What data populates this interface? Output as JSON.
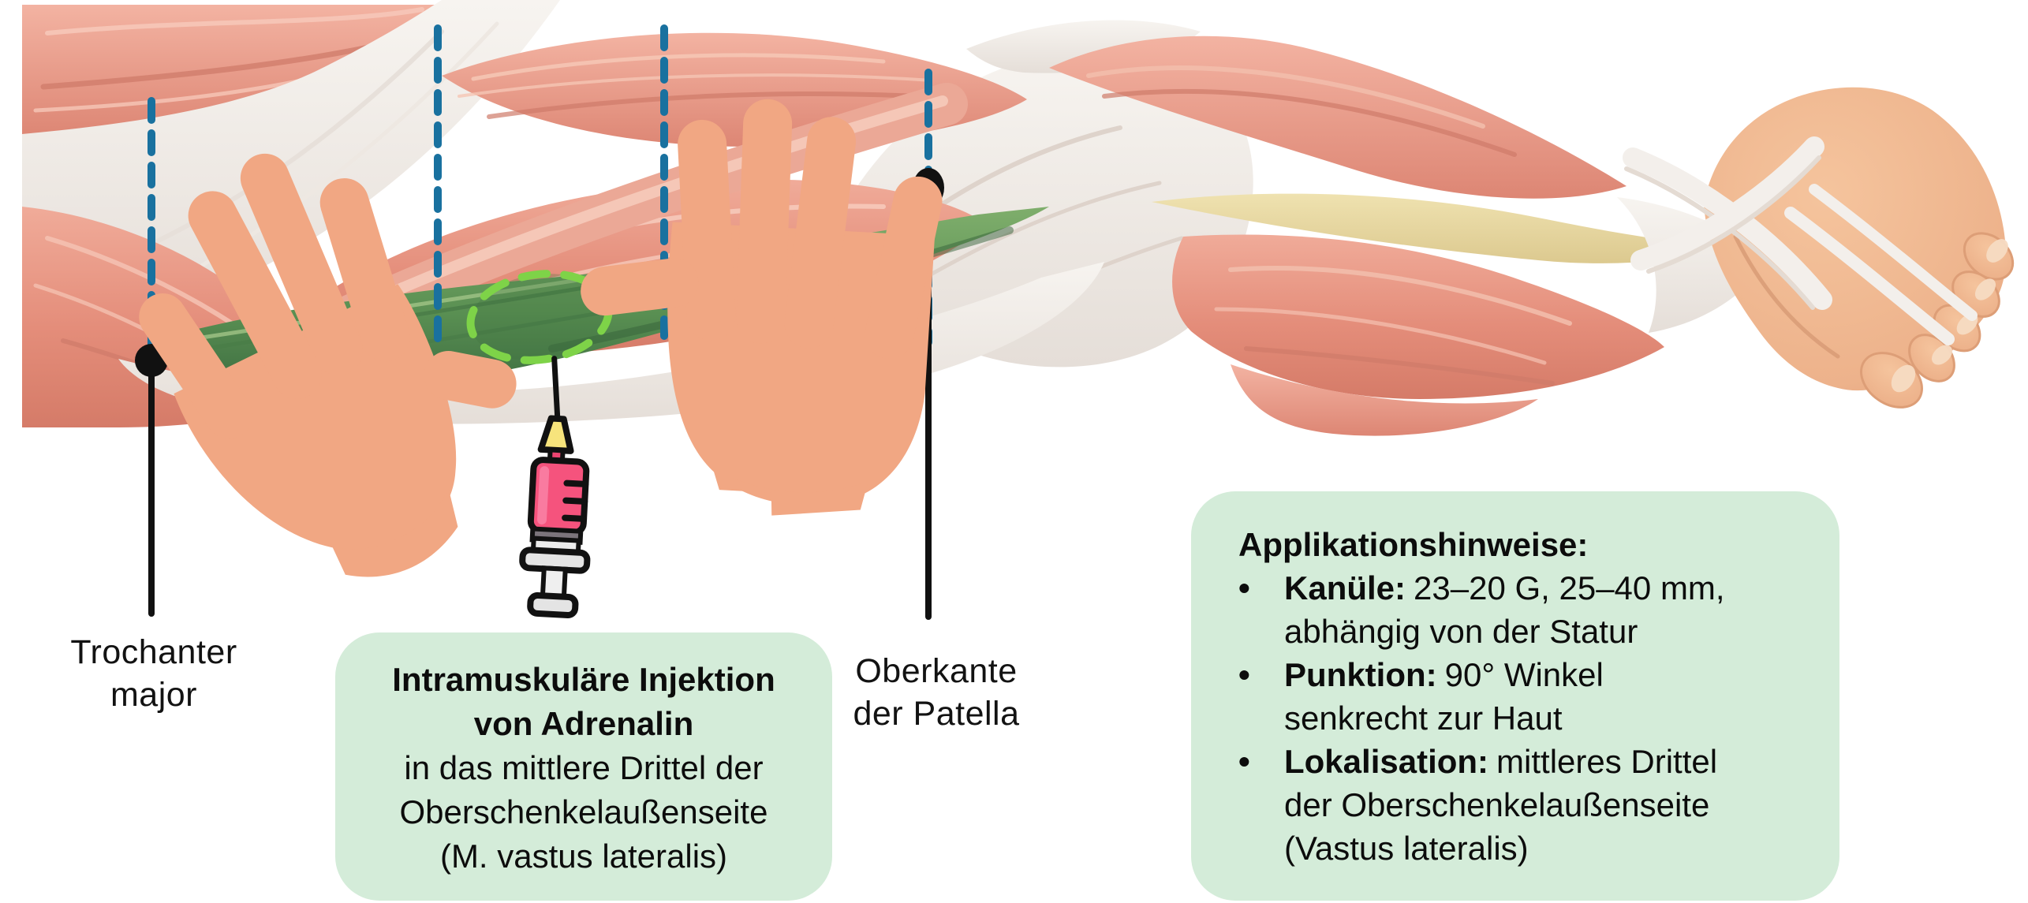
{
  "figure": {
    "type": "medical-infographic",
    "language": "de",
    "topic": "Intramuscular adrenaline injection site on the lateral thigh"
  },
  "labels": {
    "trochanter": {
      "line1": "Trochanter",
      "line2": "major"
    },
    "patella": {
      "line1": "Oberkante",
      "line2": "der Patella"
    }
  },
  "injection_box": {
    "title_line1": "Intramuskuläre Injektion",
    "title_line2": "von Adrenalin",
    "body_line1": "in das mittlere Drittel der",
    "body_line2": "Oberschenkelaußenseite",
    "body_line3": "(M. vastus lateralis)"
  },
  "hints_box": {
    "title": "Applikationshinweise:",
    "bullet_char": "•",
    "bullets": [
      {
        "lead": "Kanüle:",
        "rest": "23–20 G, 25–40 mm,",
        "line2": "abhängig von der Statur",
        "line3": ""
      },
      {
        "lead": "Punktion:",
        "rest": "90° Winkel",
        "line2": "senkrecht zur Haut",
        "line3": ""
      },
      {
        "lead": "Lokalisation:",
        "rest": "mittleres Drittel",
        "line2": "der Oberschenkelaußenseite",
        "line3": "(Vastus lateralis)"
      }
    ]
  },
  "icons": {
    "syringe": "syringe-icon",
    "hands": "flat-hand-icon",
    "injection_zone": "dashed-oval-target",
    "landmark_dots": "black-dot-marker",
    "third_dividers": "blue-dashed-line"
  },
  "colors": {
    "box_green": "#d4ecd9",
    "dashed_blue": "#19719f",
    "marker_black": "#111111",
    "zone_dash_green": "#7ed348",
    "muscle_green": "#5d9455",
    "syringe_pink": "#f5537d",
    "syringe_yellow": "#f7e47c",
    "hand_skin": "#f1a783",
    "muscle_salmon": "#e89a88",
    "fascia_white": "#f3efeb",
    "bone_yellow": "#e9d9a4",
    "foot_skin": "#eeb691"
  }
}
